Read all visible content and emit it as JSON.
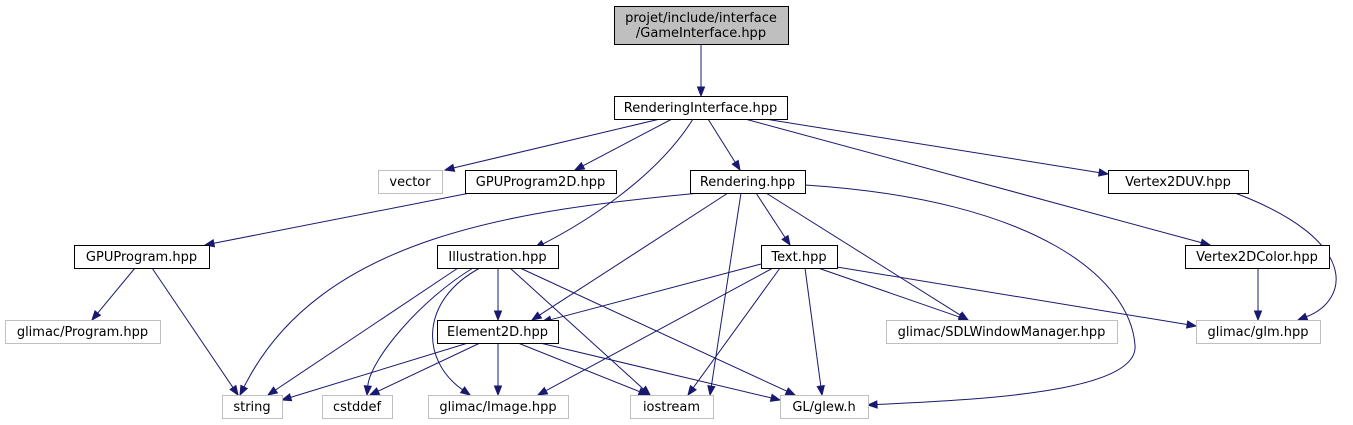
{
  "colors": {
    "edge": "#191970",
    "root_fill": "#bfbfbf",
    "box_border": "#000000",
    "external_border": "#bfbfbf",
    "background": "#ffffff"
  },
  "nodes": {
    "root": {
      "label_lines": [
        "projet/include/interface",
        "/GameInterface.hpp"
      ],
      "external": false,
      "root": true
    },
    "renderinginterface": {
      "label_lines": [
        "RenderingInterface.hpp"
      ],
      "external": false
    },
    "vector": {
      "label_lines": [
        "vector"
      ],
      "external": true
    },
    "gpuprogram2d": {
      "label_lines": [
        "GPUProgram2D.hpp"
      ],
      "external": false
    },
    "rendering": {
      "label_lines": [
        "Rendering.hpp"
      ],
      "external": false
    },
    "vertex2duv": {
      "label_lines": [
        "Vertex2DUV.hpp"
      ],
      "external": false
    },
    "gpuprogram": {
      "label_lines": [
        "GPUProgram.hpp"
      ],
      "external": false
    },
    "illustration": {
      "label_lines": [
        "Illustration.hpp"
      ],
      "external": false
    },
    "text": {
      "label_lines": [
        "Text.hpp"
      ],
      "external": false
    },
    "vertex2dcolor": {
      "label_lines": [
        "Vertex2DColor.hpp"
      ],
      "external": false
    },
    "glimac_program": {
      "label_lines": [
        "glimac/Program.hpp"
      ],
      "external": true
    },
    "element2d": {
      "label_lines": [
        "Element2D.hpp"
      ],
      "external": false
    },
    "sdlwindowmanager": {
      "label_lines": [
        "glimac/SDLWindowManager.hpp"
      ],
      "external": true
    },
    "glm": {
      "label_lines": [
        "glimac/glm.hpp"
      ],
      "external": true
    },
    "string": {
      "label_lines": [
        "string"
      ],
      "external": true
    },
    "cstddef": {
      "label_lines": [
        "cstddef"
      ],
      "external": true
    },
    "image": {
      "label_lines": [
        "glimac/Image.hpp"
      ],
      "external": true
    },
    "iostream": {
      "label_lines": [
        "iostream"
      ],
      "external": true
    },
    "glew": {
      "label_lines": [
        "GL/glew.h"
      ],
      "external": true
    }
  },
  "edges": [
    [
      "root",
      "renderinginterface"
    ],
    [
      "renderinginterface",
      "vector"
    ],
    [
      "renderinginterface",
      "gpuprogram2d"
    ],
    [
      "renderinginterface",
      "illustration"
    ],
    [
      "renderinginterface",
      "rendering"
    ],
    [
      "renderinginterface",
      "vertex2dcolor"
    ],
    [
      "renderinginterface",
      "vertex2duv"
    ],
    [
      "gpuprogram2d",
      "gpuprogram"
    ],
    [
      "gpuprogram",
      "glimac_program"
    ],
    [
      "gpuprogram",
      "string"
    ],
    [
      "rendering",
      "string"
    ],
    [
      "rendering",
      "element2d"
    ],
    [
      "rendering",
      "iostream"
    ],
    [
      "rendering",
      "text"
    ],
    [
      "rendering",
      "sdlwindowmanager"
    ],
    [
      "rendering",
      "glew"
    ],
    [
      "illustration",
      "string"
    ],
    [
      "illustration",
      "cstddef"
    ],
    [
      "illustration",
      "image"
    ],
    [
      "illustration",
      "element2d"
    ],
    [
      "illustration",
      "iostream"
    ],
    [
      "illustration",
      "glew"
    ],
    [
      "text",
      "element2d"
    ],
    [
      "text",
      "image"
    ],
    [
      "text",
      "iostream"
    ],
    [
      "text",
      "glew"
    ],
    [
      "text",
      "sdlwindowmanager"
    ],
    [
      "text",
      "glm"
    ],
    [
      "element2d",
      "string"
    ],
    [
      "element2d",
      "cstddef"
    ],
    [
      "element2d",
      "image"
    ],
    [
      "element2d",
      "iostream"
    ],
    [
      "element2d",
      "glew"
    ],
    [
      "vertex2dcolor",
      "glm"
    ],
    [
      "vertex2duv",
      "glm"
    ]
  ]
}
